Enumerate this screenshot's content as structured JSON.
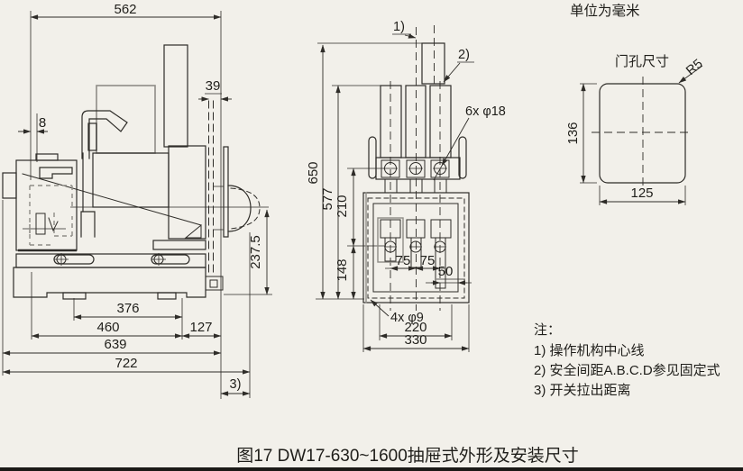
{
  "colors": {
    "background": "#f2f0ea",
    "line": "#2e2c28",
    "gray": "#8f8d87"
  },
  "units_note": "单位为毫米",
  "caption": "图17 DW17-630~1600抽屉式外形及安装尺寸",
  "side_view": {
    "dims": {
      "top_width": "562",
      "rear_gap": "8",
      "door_gap": "39",
      "center_height": "237.5",
      "slot_span": "376",
      "base_depth": "460",
      "front_overhang": "127",
      "total_depth": "639",
      "overall_depth": "722",
      "pullout_ref": "3)"
    }
  },
  "front_view": {
    "refs": {
      "note1": "1)",
      "note2": "2)"
    },
    "labels": {
      "top_holes": "6x φ18",
      "bottom_holes": "4x φ9"
    },
    "dims": {
      "total_height": "650",
      "busbar_height": "577",
      "upper_span": "210",
      "lower_span": "148",
      "pole_pitch_a": "75",
      "pole_pitch_b": "75",
      "edge_offset": "50",
      "mount_width": "220",
      "frame_width": "330"
    }
  },
  "door_hole": {
    "title": "门孔尺寸",
    "corner_radius": "R5",
    "height": "136",
    "width": "125"
  },
  "notes": {
    "heading": "注：",
    "item1": "1) 操作机构中心线",
    "item2": "2) 安全间距A.B.C.D参见固定式",
    "item3": "3) 开关拉出距离"
  }
}
